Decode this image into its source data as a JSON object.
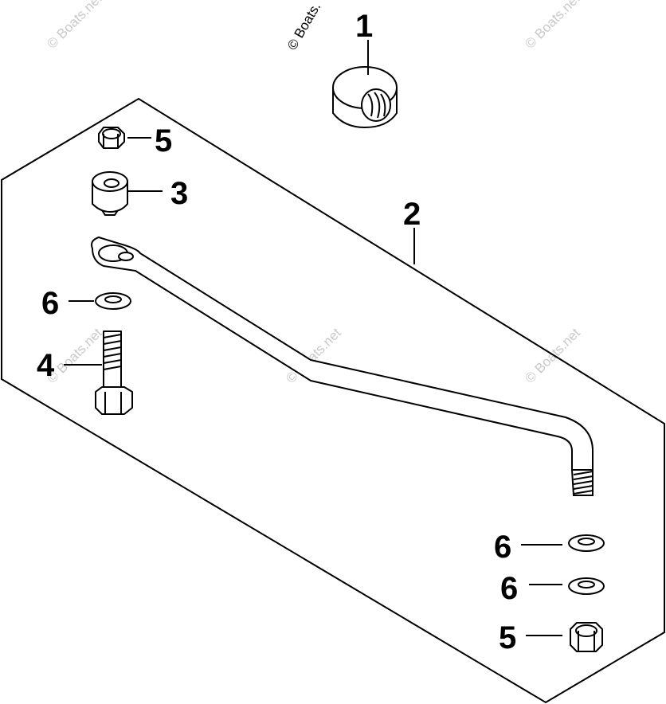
{
  "diagram": {
    "callouts": [
      "1",
      "2",
      "3",
      "4",
      "5",
      "6",
      "6",
      "6",
      "5"
    ],
    "watermark": "© Boats.net",
    "watermark_partial": "© Boats."
  }
}
